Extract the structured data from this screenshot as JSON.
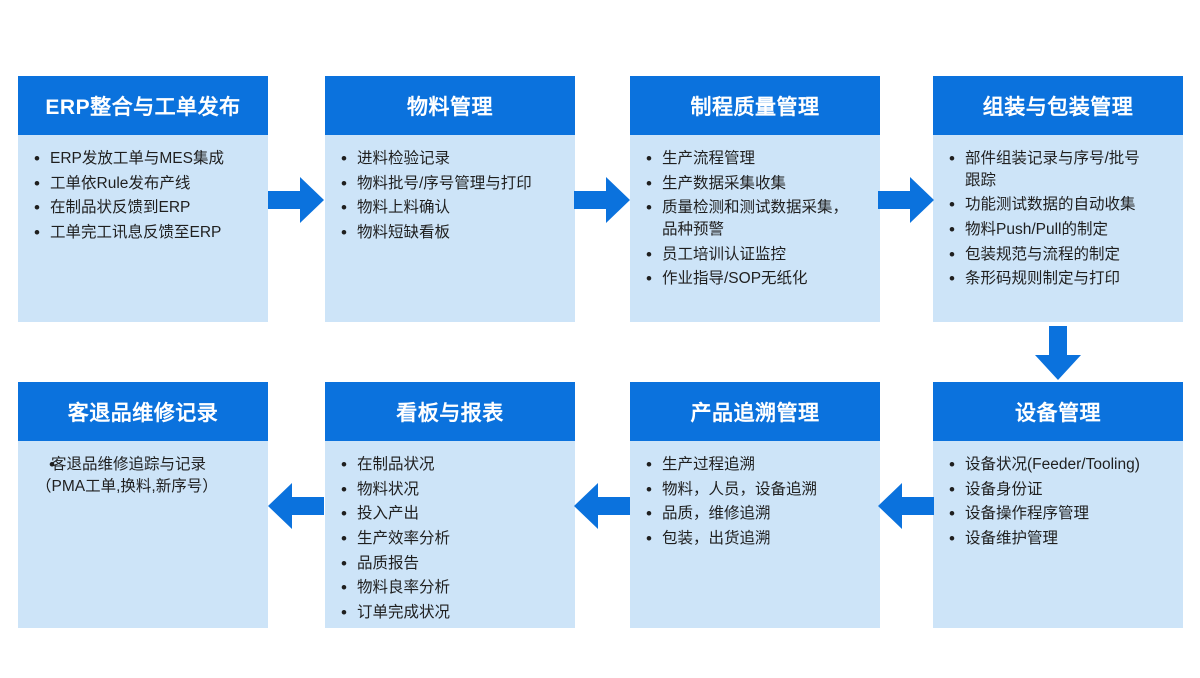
{
  "colors": {
    "primary": "#0b72dd",
    "panel": "#cde4f8",
    "text": "#1f1f1f",
    "header_text": "#ffffff",
    "background": "#ffffff"
  },
  "boxes": [
    {
      "title": "ERP整合与工单发布",
      "items": [
        "ERP发放工单与MES集成",
        "工单依Rule发布产线",
        "在制品状反馈到ERP",
        "工单完工讯息反馈至ERP"
      ]
    },
    {
      "title": "物料管理",
      "items": [
        "进料检验记录",
        "物料批号/序号管理与打印",
        "物料上料确认",
        "物料短缺看板"
      ]
    },
    {
      "title": "制程质量管理",
      "items": [
        "生产流程管理",
        "生产数据采集收集",
        "质量检测和测试数据采集，品种预警",
        "员工培训认证监控",
        "作业指导/SOP无纸化"
      ]
    },
    {
      "title": "组装与包装管理",
      "items": [
        "部件组装记录与序号/批号跟踪",
        "功能测试数据的自动收集",
        "物料Push/Pull的制定",
        "包装规范与流程的制定",
        "条形码规则制定与打印"
      ]
    },
    {
      "title": "客退品维修记录",
      "items": [
        "客退品维修追踪与记录（PMA工单,换料,新序号）"
      ]
    },
    {
      "title": "看板与报表",
      "items": [
        "在制品状况",
        "物料状况",
        "投入产出",
        "生产效率分析",
        "品质报告",
        "物料良率分析",
        "订单完成状况"
      ]
    },
    {
      "title": "产品追溯管理",
      "items": [
        "生产过程追溯",
        "物料，人员，设备追溯",
        "品质，维修追溯",
        "包装，出货追溯"
      ]
    },
    {
      "title": "设备管理",
      "items": [
        "设备状况(Feeder/Tooling)",
        "设备身份证",
        "设备操作程序管理",
        "设备维护管理"
      ]
    }
  ]
}
